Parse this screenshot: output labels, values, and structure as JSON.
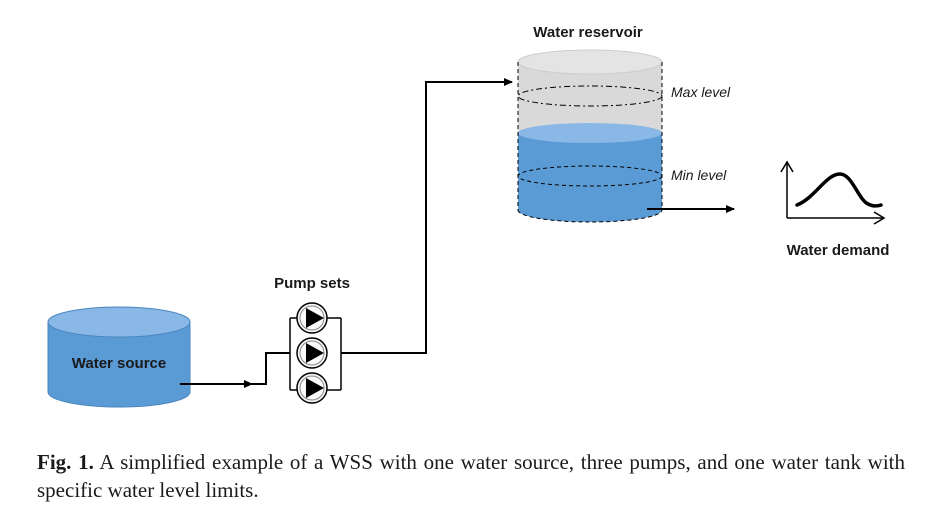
{
  "diagram": {
    "water_source_label": "Water source",
    "pump_sets_label": "Pump sets",
    "water_reservoir_label": "Water reservoir",
    "max_level_label": "Max level",
    "min_level_label": "Min level",
    "water_demand_label": "Water demand"
  },
  "caption": {
    "label": "Fig. 1.",
    "text": " A simplified example of a WSS with one water source, three pumps, and one water tank with specific water level limits."
  },
  "colors": {
    "water": "#5b9bd5",
    "water_top": "#8ab8e6",
    "empty_tank": "#d9d9d9",
    "line": "#000000"
  }
}
